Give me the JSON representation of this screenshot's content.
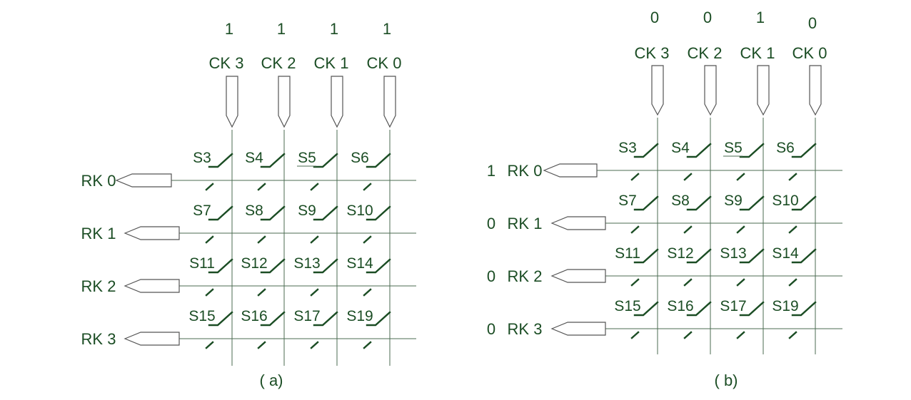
{
  "panels": [
    {
      "id": "a",
      "caption": "( a)",
      "column_values": [
        "1",
        "1",
        "1",
        "1"
      ],
      "column_labels": [
        "CK 3",
        "CK 2",
        "CK 1",
        "CK 0"
      ],
      "row_values": [
        "",
        "",
        "",
        ""
      ],
      "row_labels": [
        "RK 0",
        "RK 1",
        "RK 2",
        "RK 3"
      ],
      "switches": [
        [
          "S3",
          "S4",
          "S5",
          "S6"
        ],
        [
          "S7",
          "S8",
          "S9",
          "S10"
        ],
        [
          "S11",
          "S12",
          "S13",
          "S14"
        ],
        [
          "S15",
          "S16",
          "S17",
          "S19"
        ]
      ],
      "underlined_switch": "S5"
    },
    {
      "id": "b",
      "caption": "( b)",
      "column_values": [
        "0",
        "0",
        "1",
        "0"
      ],
      "column_labels": [
        "CK 3",
        "CK 2",
        "CK 1",
        "CK 0"
      ],
      "row_values": [
        "1",
        "0",
        "0",
        "0"
      ],
      "row_labels": [
        "RK 0",
        "RK 1",
        "RK 2",
        "RK 3"
      ],
      "switches": [
        [
          "S3",
          "S4",
          "S5",
          "S6"
        ],
        [
          "S7",
          "S8",
          "S9",
          "S10"
        ],
        [
          "S11",
          "S12",
          "S13",
          "S14"
        ],
        [
          "S15",
          "S16",
          "S17",
          "S19"
        ]
      ],
      "underlined_switch": "S5"
    }
  ]
}
